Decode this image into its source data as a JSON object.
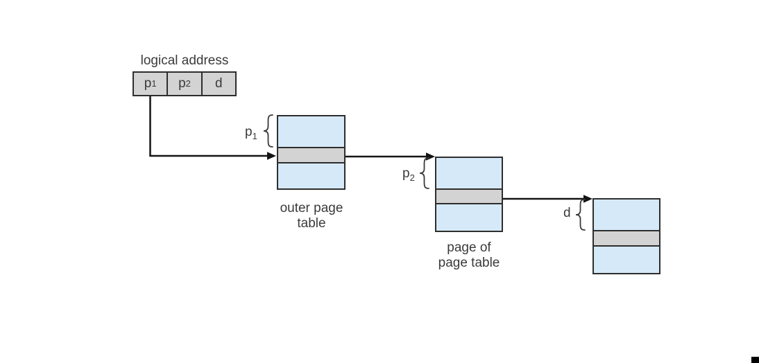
{
  "logical_address": {
    "label": "logical address",
    "fields": [
      {
        "base": "p",
        "sub": "1"
      },
      {
        "base": "p",
        "sub": "2"
      },
      {
        "base": "d",
        "sub": ""
      }
    ]
  },
  "tables": [
    {
      "label_line1": "outer page",
      "label_line2": "table",
      "index": {
        "base": "p",
        "sub": "1"
      }
    },
    {
      "label_line1": "page of",
      "label_line2": "page table",
      "index": {
        "base": "p",
        "sub": "2"
      }
    },
    {
      "label_line1": "",
      "label_line2": "",
      "index": {
        "base": "d",
        "sub": ""
      }
    }
  ],
  "colors": {
    "table_fill": "#d6e9f8",
    "highlight_fill": "#d3d3d3",
    "border": "#2d2d2d",
    "arrow": "#141414",
    "text": "#3a3a3a",
    "background": "#ffffff",
    "corner_mark": "#000000"
  }
}
